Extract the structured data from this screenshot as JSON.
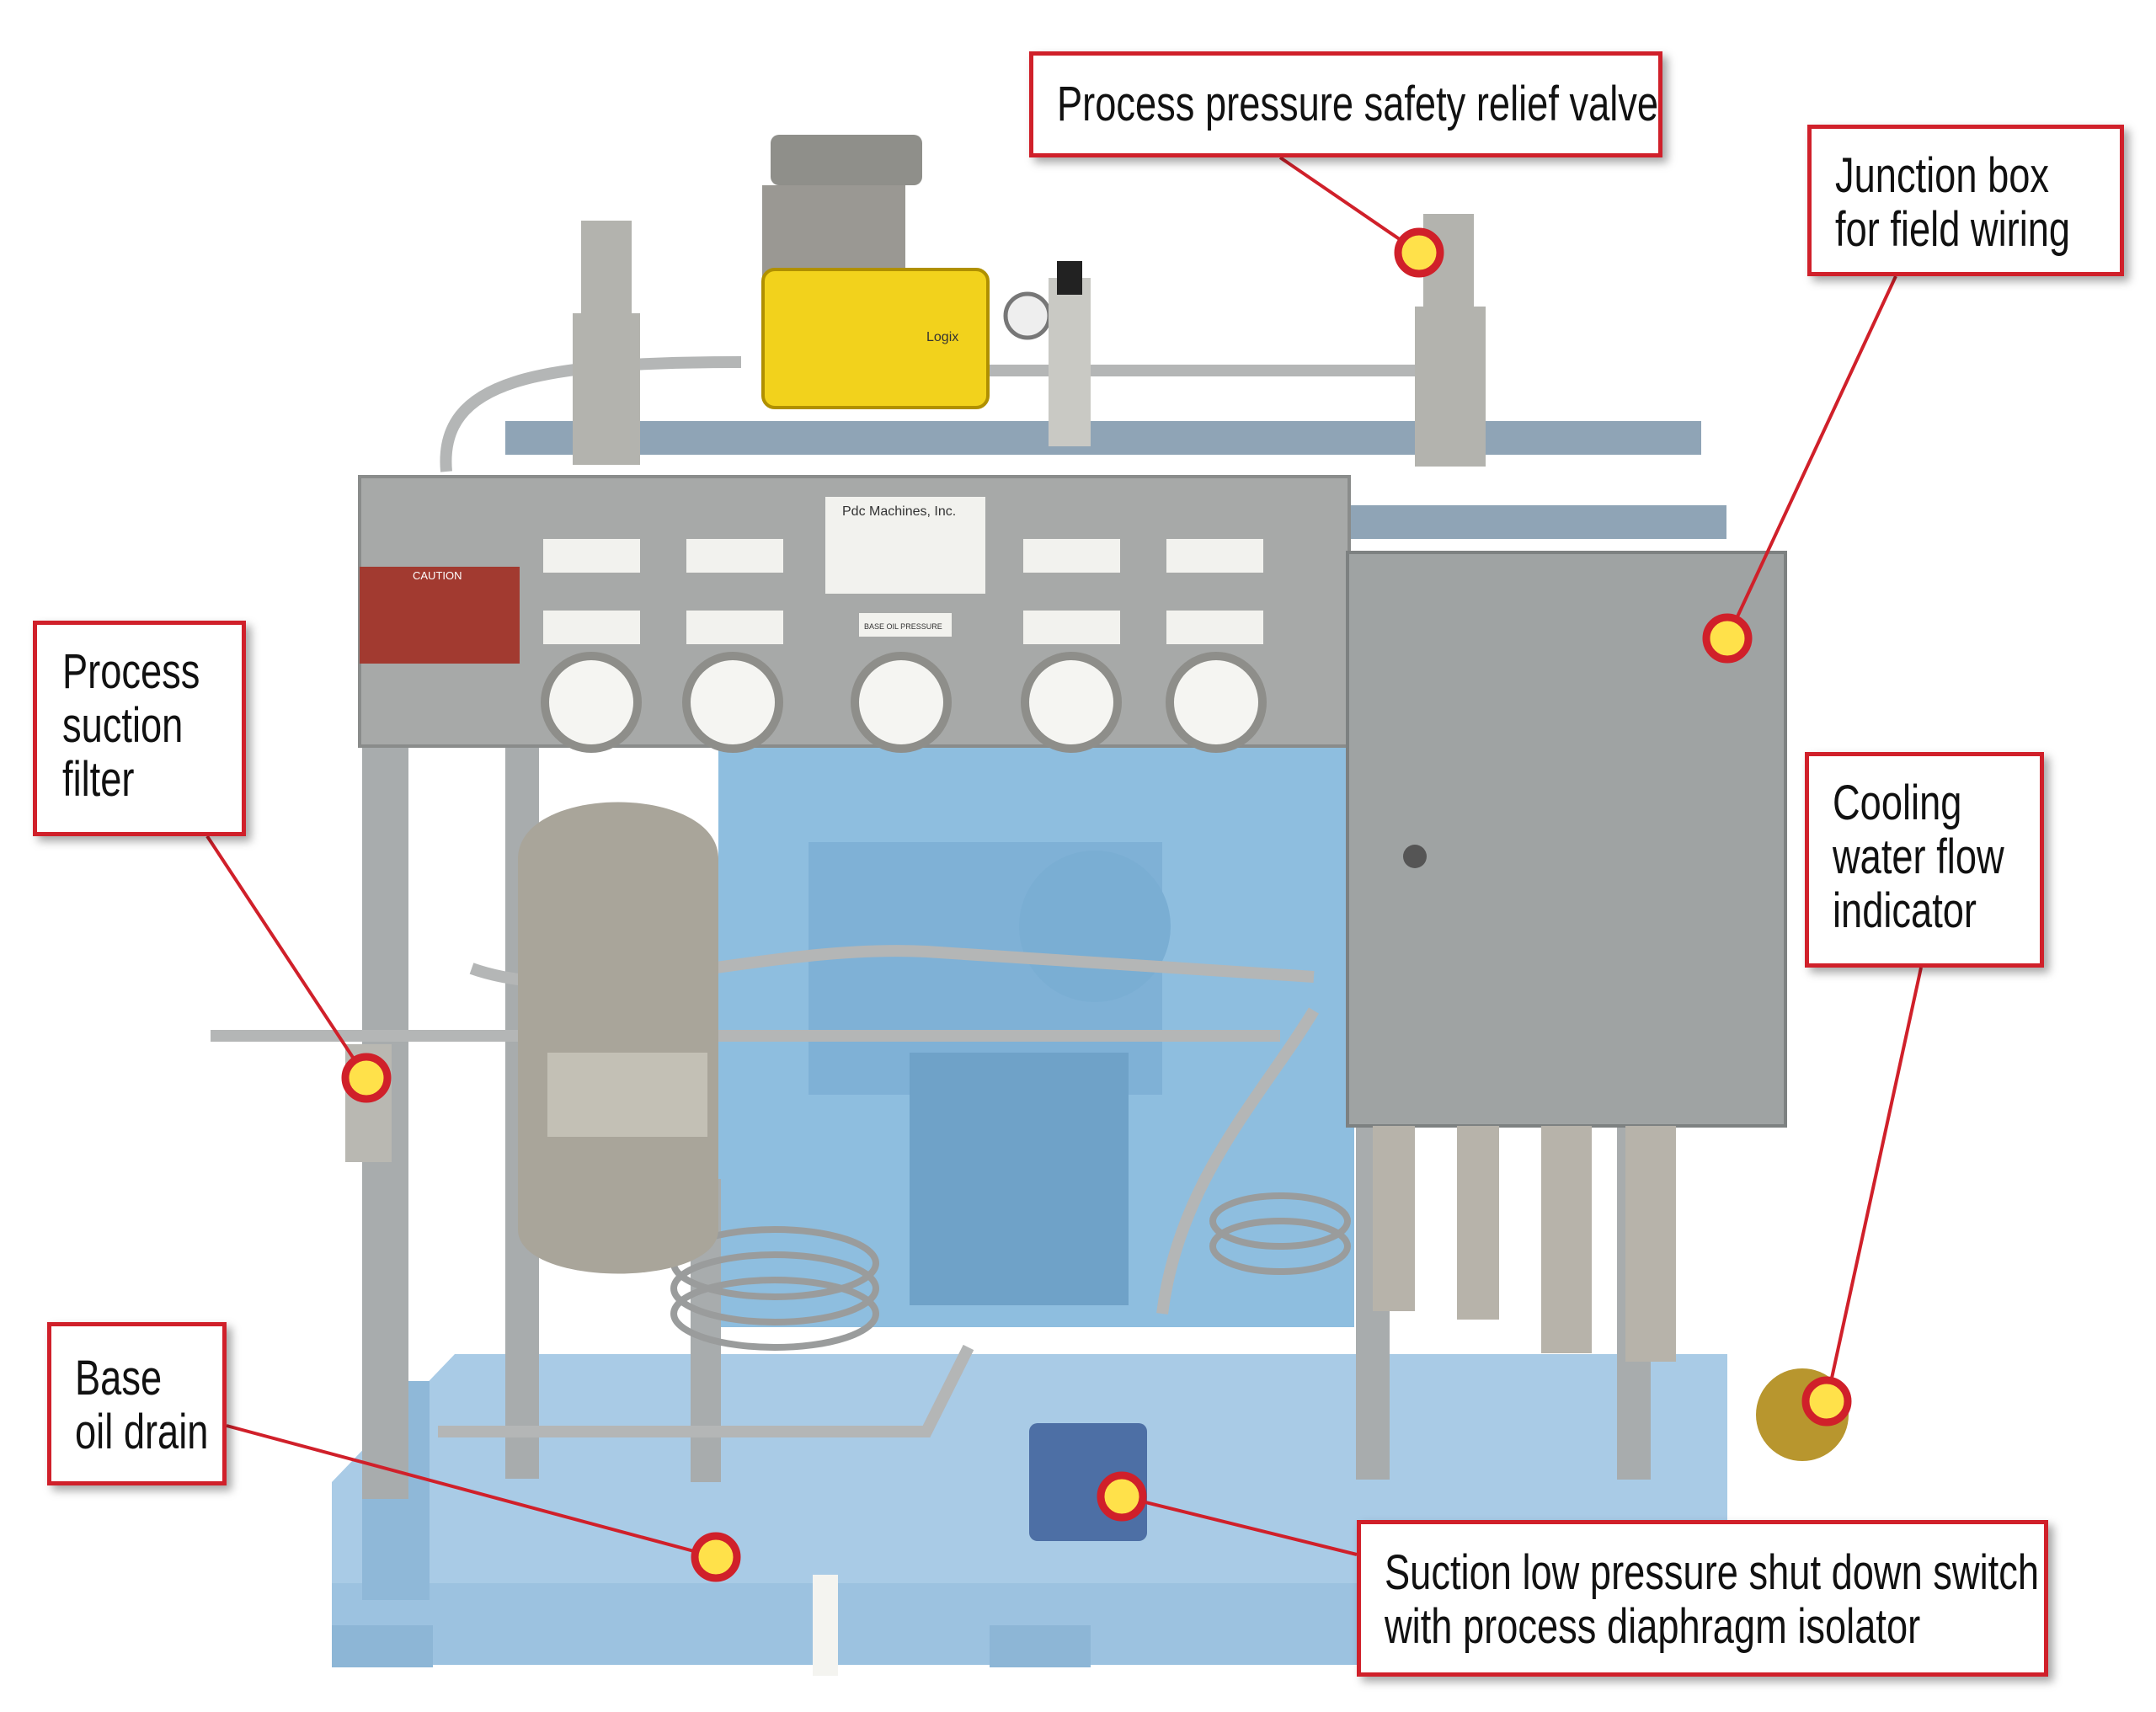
{
  "callouts": {
    "relief_valve": "Process pressure safety relief valve",
    "junction_box": "Junction box\nfor field wiring",
    "suction_filter": "Process\nsuction\nfilter",
    "cooling_water": "Cooling\nwater flow\nindicator",
    "oil_drain": "Base\noil drain",
    "low_pressure_switch": "Suction low pressure shut down switch\nwith process diaphragm isolator"
  },
  "photo_labels": {
    "caution": "CAUTION",
    "maker_plate": "Pdc Machines, Inc.",
    "positioner": "Logix",
    "base_oil_pressure": "BASE OIL PRESSURE"
  },
  "colors": {
    "callout_border": "#d0202a",
    "marker_fill": "#ffe14a",
    "frame_blue": "#9ec6e4",
    "panel_gray": "#9fa3a3",
    "positioner_yellow": "#f2d21c"
  }
}
